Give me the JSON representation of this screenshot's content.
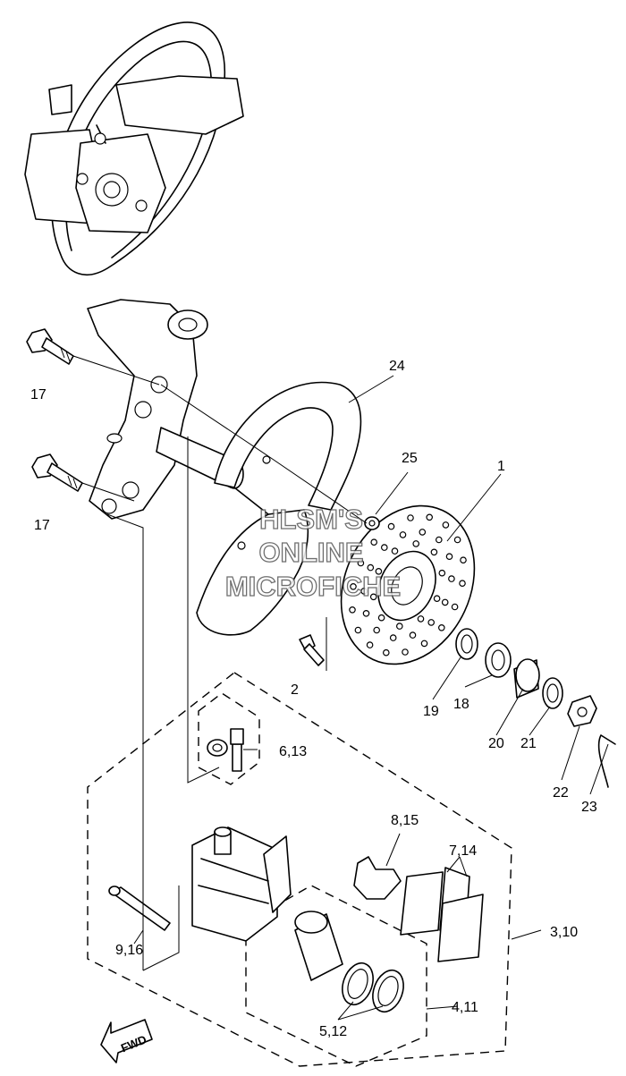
{
  "watermark": [
    "HLSM'S",
    "ONLINE",
    "MICROFICHE"
  ],
  "fwd_label": "FWD",
  "parts": [
    {
      "id": "p1",
      "label": "1"
    },
    {
      "id": "p2",
      "label": "2"
    },
    {
      "id": "p3",
      "label": "3,10"
    },
    {
      "id": "p4",
      "label": "4,11"
    },
    {
      "id": "p5",
      "label": "5,12"
    },
    {
      "id": "p6",
      "label": "6,13"
    },
    {
      "id": "p7",
      "label": "7,14"
    },
    {
      "id": "p8",
      "label": "8,15"
    },
    {
      "id": "p9",
      "label": "9,16"
    },
    {
      "id": "p17a",
      "label": "17"
    },
    {
      "id": "p17b",
      "label": "17"
    },
    {
      "id": "p18",
      "label": "18"
    },
    {
      "id": "p19",
      "label": "19"
    },
    {
      "id": "p20",
      "label": "20"
    },
    {
      "id": "p21",
      "label": "21"
    },
    {
      "id": "p22",
      "label": "22"
    },
    {
      "id": "p23",
      "label": "23"
    },
    {
      "id": "p24",
      "label": "24"
    },
    {
      "id": "p25",
      "label": "25"
    }
  ]
}
